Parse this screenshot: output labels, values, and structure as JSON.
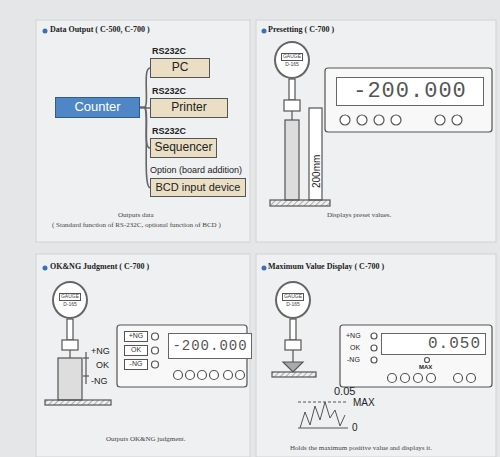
{
  "diagram": {
    "nodes": [
      {
        "text": [
          "Counter"
        ]
      },
      {
        "text": [
          "PC"
        ]
      },
      {
        "text": [
          "Printer"
        ]
      },
      {
        "text": [
          "Sequencer"
        ]
      },
      {
        "text": [
          "BCD input device"
        ]
      },
      {
        "text": [
          "GAUGE",
          "D-165"
        ]
      },
      {
        "text": [
          "-200.000"
        ]
      },
      {
        "text": [
          "GAUGE",
          "D-165"
        ]
      },
      {
        "text": [
          "+NG"
        ]
      },
      {
        "text": [
          "OK"
        ]
      },
      {
        "text": [
          "-NG"
        ]
      },
      {
        "text": [
          "-200.000"
        ]
      },
      {
        "text": [
          "GAUGE",
          "D-165"
        ]
      },
      {
        "text": [
          "0.050"
        ]
      }
    ],
    "edges": [
      {
        "from": 0,
        "to": 1,
        "arrow": "none"
      },
      {
        "from": 0,
        "to": 2,
        "arrow": "none"
      },
      {
        "from": 0,
        "to": 3,
        "arrow": "none"
      },
      {
        "from": 0,
        "to": 4,
        "arrow": "none"
      }
    ],
    "labels": [
      "Data Output ( C-500, C-700 )",
      "RS232C",
      "RS232C",
      "RS232C",
      "Option (board addition)",
      "Outputs data",
      "( Standard function of RS-232C, optional function of BCD )",
      "Presetting ( C-700 )",
      "200mm",
      "Displays preset values.",
      "OK&NG Judgment ( C-700 )",
      "+NG",
      "OK",
      "-NG",
      "Outputs OK&NG judgment.",
      "Maximum Value Display ( C-700 )",
      "+NG",
      "OK",
      "-NG",
      "MAX",
      "0.05",
      "MAX",
      "0",
      "Holds the maximum positive value and displays it."
    ]
  }
}
